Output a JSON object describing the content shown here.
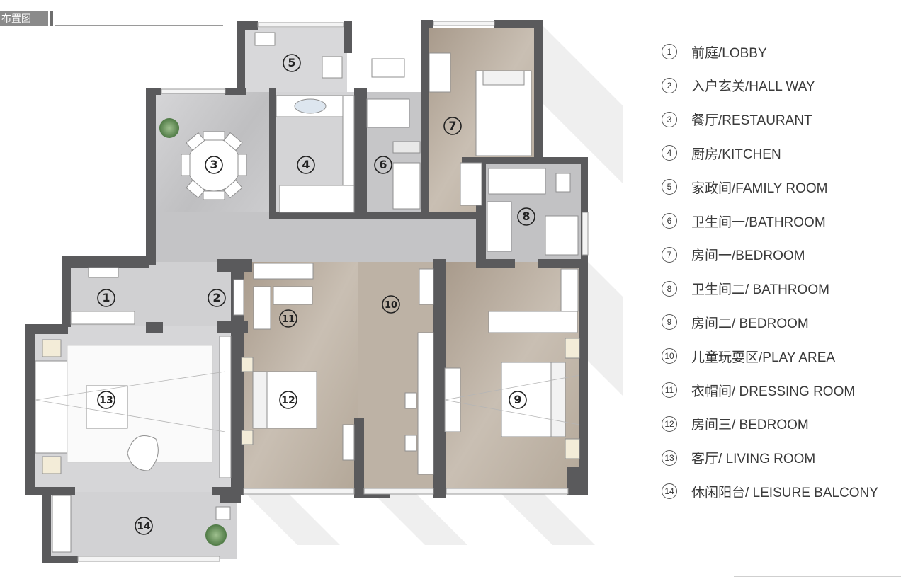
{
  "header": {
    "title": "布置图"
  },
  "rooms": [
    {
      "num": "1",
      "label": "①"
    },
    {
      "num": "2",
      "label": "②"
    },
    {
      "num": "3",
      "label": "③"
    },
    {
      "num": "4",
      "label": "④"
    },
    {
      "num": "5",
      "label": "⑤"
    },
    {
      "num": "6",
      "label": "⑥"
    },
    {
      "num": "7",
      "label": "⑦"
    },
    {
      "num": "8",
      "label": "⑧"
    },
    {
      "num": "9",
      "label": "⑨"
    },
    {
      "num": "10",
      "label": "⑩"
    },
    {
      "num": "11",
      "label": "⑪"
    },
    {
      "num": "12",
      "label": "⑫"
    },
    {
      "num": "13",
      "label": "⑬"
    },
    {
      "num": "14",
      "label": "⑭"
    }
  ],
  "legend": [
    {
      "num": "1",
      "text": "前庭/LOBBY"
    },
    {
      "num": "2",
      "text": "入户玄关/HALL WAY"
    },
    {
      "num": "3",
      "text": "餐厅/RESTAURANT"
    },
    {
      "num": "4",
      "text": "厨房/KITCHEN"
    },
    {
      "num": "5",
      "text": "家政间/FAMILY ROOM"
    },
    {
      "num": "6",
      "text": "卫生间一/BATHROOM"
    },
    {
      "num": "7",
      "text": "房间一/BEDROOM"
    },
    {
      "num": "8",
      "text": "卫生间二/ BATHROOM"
    },
    {
      "num": "9",
      "text": "房间二/ BEDROOM"
    },
    {
      "num": "10",
      "text": "儿童玩耍区/PLAY AREA"
    },
    {
      "num": "11",
      "text": "衣帽间/ DRESSING ROOM"
    },
    {
      "num": "12",
      "text": "房间三/ BEDROOM"
    },
    {
      "num": "13",
      "text": "客厅/ LIVING ROOM"
    },
    {
      "num": "14",
      "text": "休闲阳台/ LEISURE BALCONY"
    }
  ],
  "colors": {
    "wall": "#5a5a5c",
    "floor_grey": "#c9c9cb",
    "floor_wood": "#b8aea2",
    "floor_light": "#ececec",
    "furniture": "#ffffff",
    "accent_plant": "#6f9a62",
    "text": "#3a3a3a"
  }
}
